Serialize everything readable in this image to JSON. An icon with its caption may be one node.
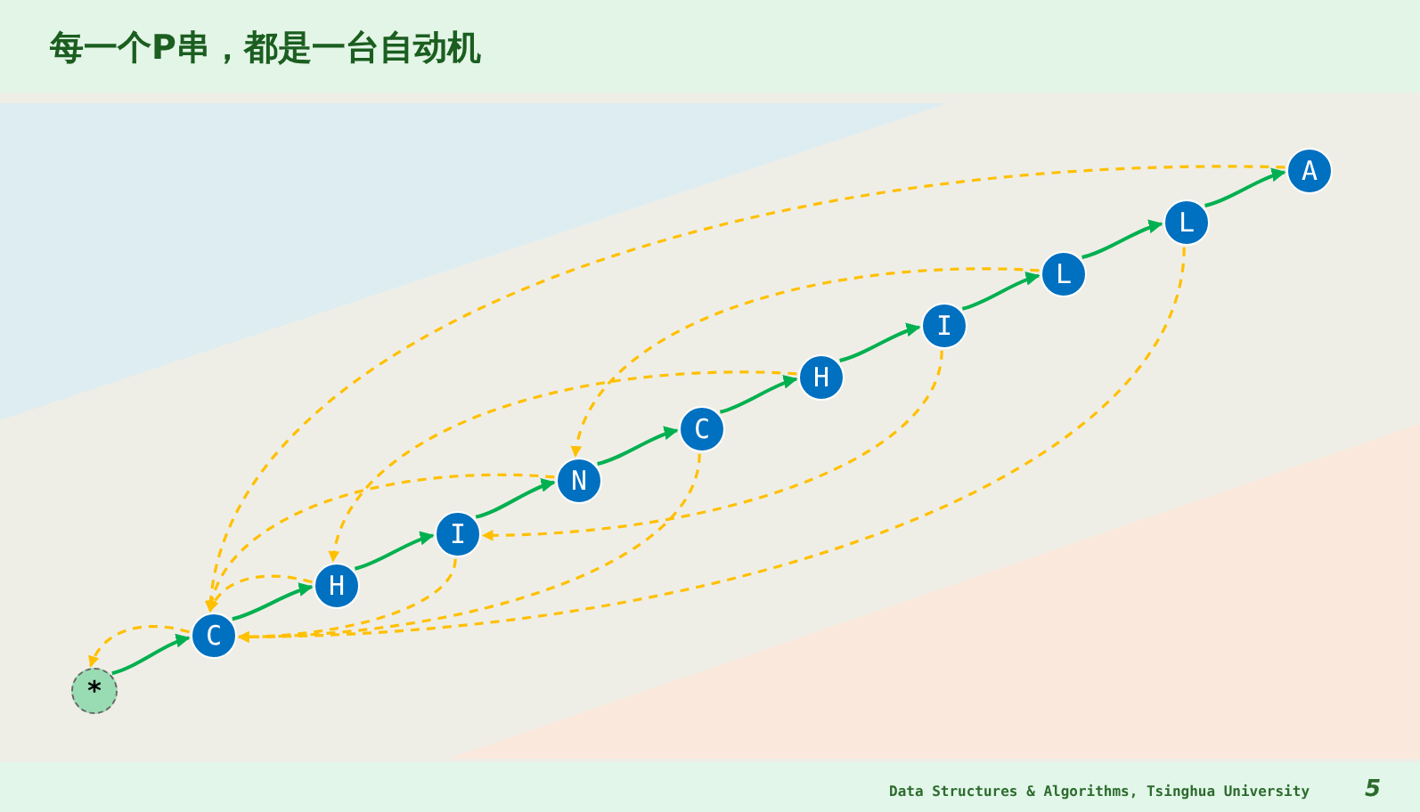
{
  "diagram": {
    "title": "每一个P串，都是一台自动机",
    "nodes": [
      {
        "text": [
          "*"
        ]
      },
      {
        "text": [
          "C"
        ]
      },
      {
        "text": [
          "H"
        ]
      },
      {
        "text": [
          "I"
        ]
      },
      {
        "text": [
          "N"
        ]
      },
      {
        "text": [
          "C"
        ]
      },
      {
        "text": [
          "H"
        ]
      },
      {
        "text": [
          "I"
        ]
      },
      {
        "text": [
          "L"
        ]
      },
      {
        "text": [
          "L"
        ]
      },
      {
        "text": [
          "A"
        ]
      }
    ],
    "edges": [
      {
        "from": 0,
        "to": 1,
        "arrow": "to",
        "color": "#00b050"
      },
      {
        "from": 1,
        "to": 2,
        "arrow": "to",
        "color": "#00b050"
      },
      {
        "from": 2,
        "to": 3,
        "arrow": "to",
        "color": "#00b050"
      },
      {
        "from": 3,
        "to": 4,
        "arrow": "to",
        "color": "#00b050"
      },
      {
        "from": 4,
        "to": 5,
        "arrow": "to",
        "color": "#00b050"
      },
      {
        "from": 5,
        "to": 6,
        "arrow": "to",
        "color": "#00b050"
      },
      {
        "from": 6,
        "to": 7,
        "arrow": "to",
        "color": "#00b050"
      },
      {
        "from": 7,
        "to": 8,
        "arrow": "to",
        "color": "#00b050"
      },
      {
        "from": 8,
        "to": 9,
        "arrow": "to",
        "color": "#00b050"
      },
      {
        "from": 9,
        "to": 10,
        "arrow": "to",
        "color": "#00b050"
      },
      {
        "from": 1,
        "to": 0,
        "arrow": "to",
        "style": "dashed",
        "color": "#ffc000"
      },
      {
        "from": 2,
        "to": 1,
        "arrow": "to",
        "style": "dashed",
        "color": "#ffc000"
      },
      {
        "from": 3,
        "to": 1,
        "arrow": "to",
        "style": "dashed",
        "color": "#ffc000"
      },
      {
        "from": 4,
        "to": 1,
        "arrow": "to",
        "style": "dashed",
        "color": "#ffc000"
      },
      {
        "from": 5,
        "to": 1,
        "arrow": "to",
        "style": "dashed",
        "color": "#ffc000"
      },
      {
        "from": 6,
        "to": 2,
        "arrow": "to",
        "style": "dashed",
        "color": "#ffc000"
      },
      {
        "from": 7,
        "to": 3,
        "arrow": "to",
        "style": "dashed",
        "color": "#ffc000"
      },
      {
        "from": 8,
        "to": 4,
        "arrow": "to",
        "style": "dashed",
        "color": "#ffc000"
      },
      {
        "from": 9,
        "to": 1,
        "arrow": "to",
        "style": "dashed",
        "color": "#ffc000"
      },
      {
        "from": 10,
        "to": 1,
        "arrow": "to",
        "style": "dashed",
        "color": "#ffc000"
      }
    ],
    "labels": [
      "Data Structures & Algorithms, Tsinghua University",
      "5"
    ]
  }
}
